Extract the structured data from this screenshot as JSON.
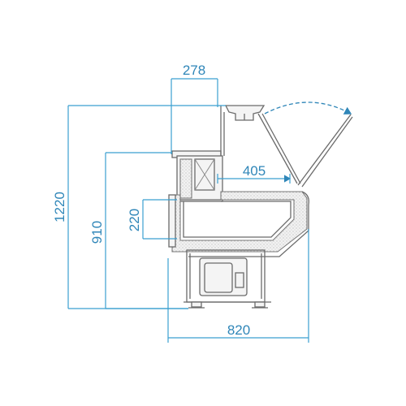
{
  "dimensions": {
    "top_width": "278",
    "inner_depth": "405",
    "total_height": "1220",
    "counter_height": "910",
    "front_height": "220",
    "total_depth": "820"
  },
  "colors": {
    "dimension_line": "#3b9fd0",
    "dimension_text": "#2f86b8",
    "body_outline": "#6b6b6b"
  }
}
